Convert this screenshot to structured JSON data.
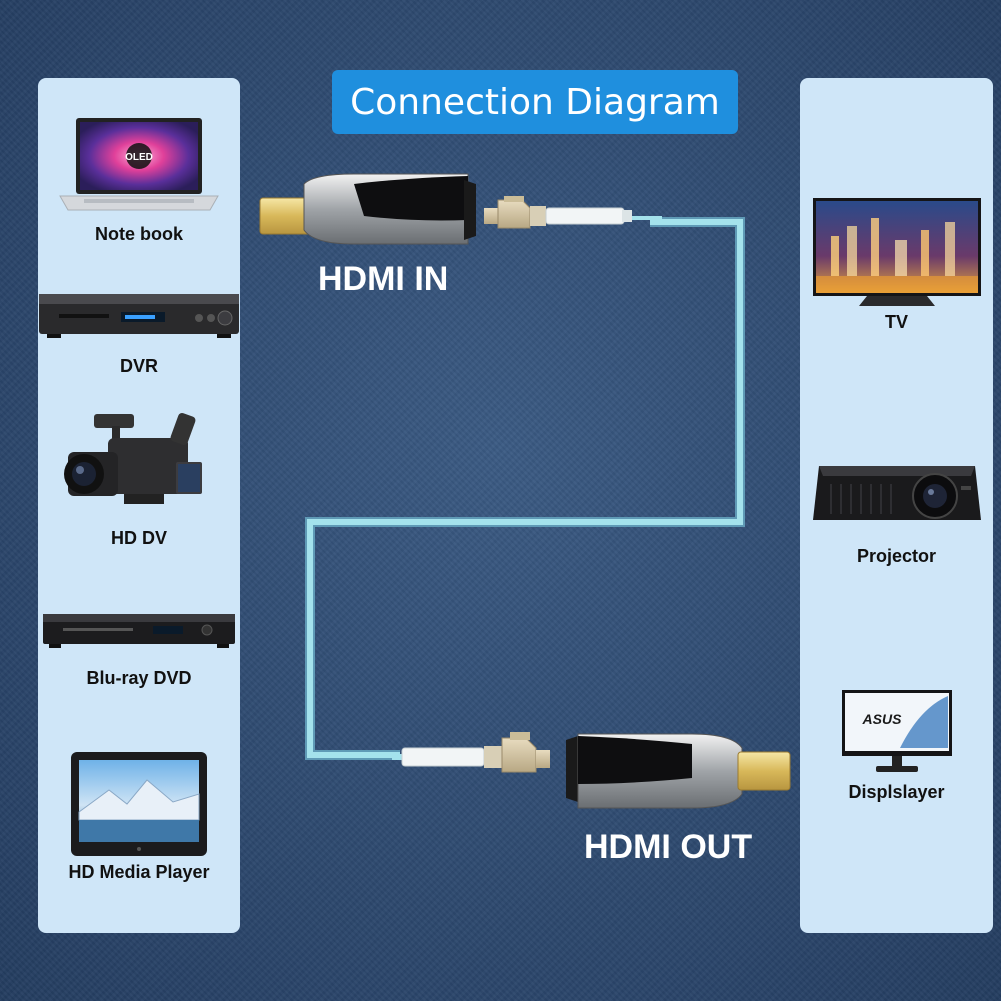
{
  "title": "Connection Diagram",
  "hdmi_in_label": "HDMI IN",
  "hdmi_out_label": "HDMI OUT",
  "source_devices": [
    {
      "label": "Note book",
      "icon": "laptop-icon",
      "screen_text": "OLED"
    },
    {
      "label": "DVR",
      "icon": "dvr-icon"
    },
    {
      "label": "HD DV",
      "icon": "camcorder-icon"
    },
    {
      "label": "Blu-ray DVD",
      "icon": "bluray-player-icon"
    },
    {
      "label": "HD Media Player",
      "icon": "tablet-icon"
    }
  ],
  "display_devices": [
    {
      "label": "TV",
      "icon": "tv-icon"
    },
    {
      "label": "Projector",
      "icon": "projector-icon"
    },
    {
      "label": "Displslayer",
      "icon": "monitor-icon",
      "screen_text": "ASUS"
    }
  ],
  "colors": {
    "background": "#2e4a70",
    "panel": "#cfe6f8",
    "title_box": "#1f8fde",
    "fiber_cable": "#8fd3df"
  }
}
